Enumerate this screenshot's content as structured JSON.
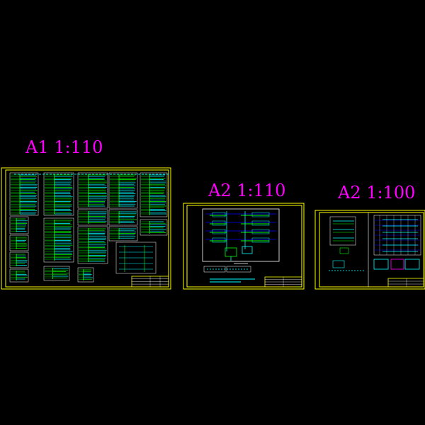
{
  "sheets": [
    {
      "id": "sheet-a1",
      "label": "A1 1:110"
    },
    {
      "id": "sheet-a2-first",
      "label": "A2 1:110"
    },
    {
      "id": "sheet-a2-second",
      "label": "A2 1:100"
    }
  ],
  "colors": {
    "background": "#000000",
    "label": "#ff00ff",
    "frame": "#ffff00",
    "lines": "#00ffff",
    "green": "#00ff00",
    "blue": "#0000ff",
    "white": "#ffffff"
  }
}
